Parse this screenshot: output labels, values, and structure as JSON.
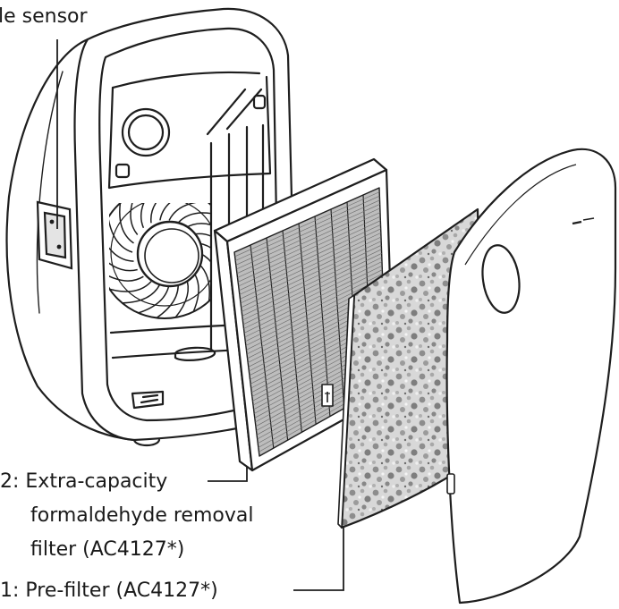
{
  "labels": {
    "sensor": "le sensor",
    "filter2_line1": "2:  Extra-capacity",
    "filter2_line2": "formaldehyde removal",
    "filter2_line3": "filter (AC4127*)",
    "filter1": "1: Pre-filter (AC4127*)"
  }
}
